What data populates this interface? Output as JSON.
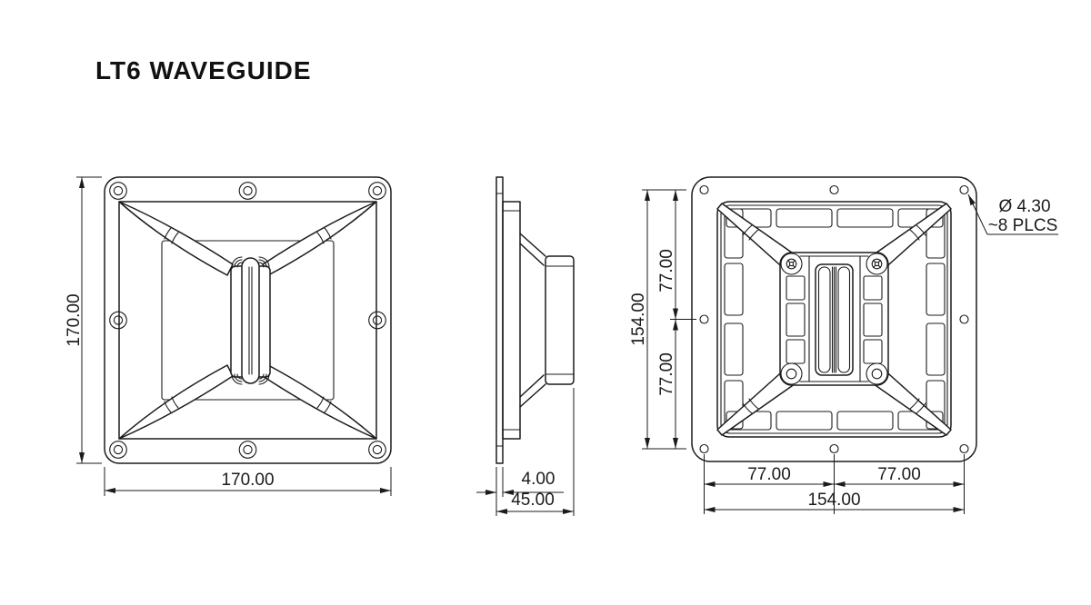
{
  "title": "LT6 WAVEGUIDE",
  "line_color": "#1b1b1b",
  "front_view": {
    "dim_height": "170.00",
    "dim_width": "170.00"
  },
  "side_view": {
    "dim_flange_thickness": "4.00",
    "dim_depth": "45.00"
  },
  "rear_view": {
    "dim_height_total": "154.00",
    "dim_height_upper": "77.00",
    "dim_height_lower": "77.00",
    "dim_width_left": "77.00",
    "dim_width_right": "77.00",
    "dim_width_total": "154.00",
    "hole_note_diameter": "Ø 4.30",
    "hole_note_places": "~8 PLCS"
  }
}
